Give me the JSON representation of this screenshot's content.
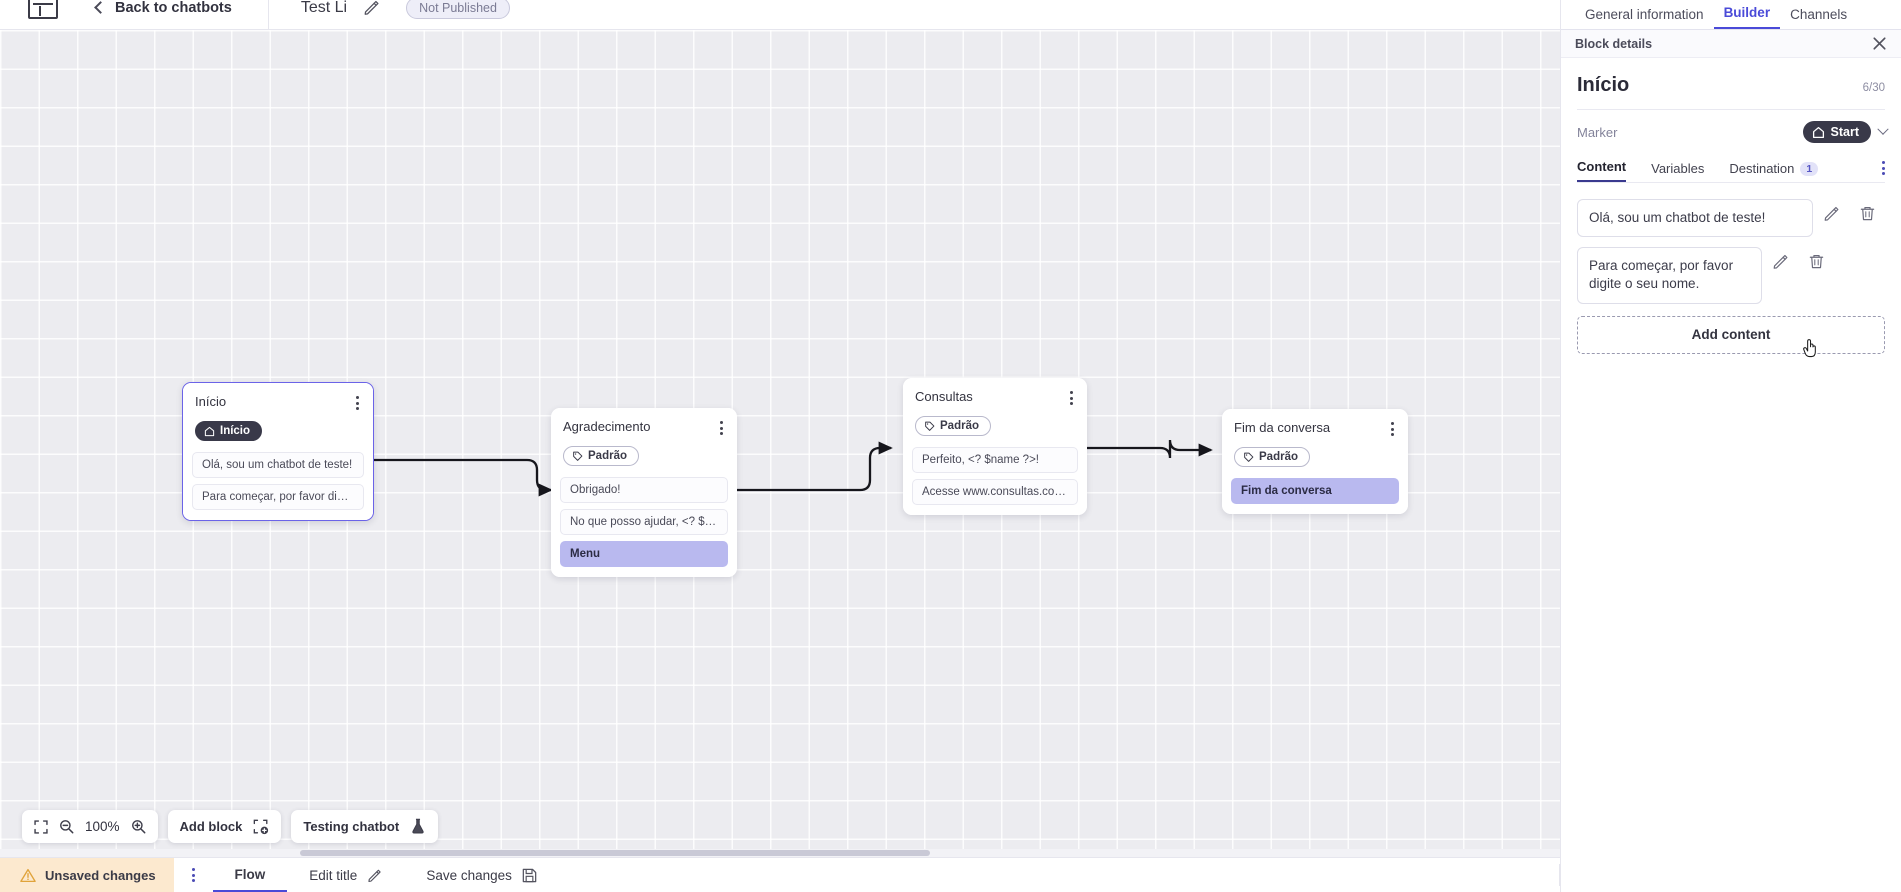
{
  "topbar": {
    "logo_icon": "app-logo-icon",
    "back_label": "Back to chatbots",
    "back_icon": "chevron-left-icon",
    "bot_title": "Test Li",
    "edit_icon": "pencil-icon",
    "publish_status": "Not Published"
  },
  "right_panel": {
    "tabs": [
      {
        "label": "General information",
        "active": false
      },
      {
        "label": "Builder",
        "active": true
      },
      {
        "label": "Channels",
        "active": false
      }
    ],
    "block_details_title": "Block details",
    "close_icon": "close-icon",
    "block_title": "Início",
    "block_count": "6/30",
    "marker_label": "Marker",
    "marker_value": "Start",
    "marker_icon": "home-icon",
    "marker_chevron": "chevron-down-icon",
    "content_tabs": [
      {
        "label": "Content",
        "badge": "",
        "active": true
      },
      {
        "label": "Variables",
        "badge": "",
        "active": false
      },
      {
        "label": "Destination",
        "badge": "1",
        "active": false
      }
    ],
    "more_icon": "kebab-menu-icon",
    "content_items": [
      {
        "text": "Olá, sou um chatbot de teste!",
        "edit_icon": "pencil-icon",
        "delete_icon": "trash-icon"
      },
      {
        "text": "Para começar, por favor digite o seu nome.",
        "edit_icon": "pencil-icon",
        "delete_icon": "trash-icon"
      }
    ],
    "add_content_label": "Add content"
  },
  "canvas": {
    "nodes": [
      {
        "title": "Início",
        "tag": "Início",
        "tag_style": "dark",
        "tag_icon": "home-icon",
        "selected": true,
        "menu_icon": "kebab-menu-icon",
        "rows": [
          {
            "text": "Olá, sou um chatbot de teste!",
            "style": "plain"
          },
          {
            "text": "Para começar, por favor digite o ...",
            "style": "plain"
          }
        ]
      },
      {
        "title": "Agradecimento",
        "tag": "Padrão",
        "tag_style": "outline",
        "tag_icon": "tag-icon",
        "selected": false,
        "menu_icon": "kebab-menu-icon",
        "rows": [
          {
            "text": "Obrigado!",
            "style": "plain"
          },
          {
            "text": "No que posso ajudar, <? $name ...",
            "style": "plain"
          },
          {
            "text": "Menu",
            "style": "highlight"
          }
        ]
      },
      {
        "title": "Consultas",
        "tag": "Padrão",
        "tag_style": "outline",
        "tag_icon": "tag-icon",
        "selected": false,
        "menu_icon": "kebab-menu-icon",
        "rows": [
          {
            "text": "Perfeito, <? $name ?>!",
            "style": "plain"
          },
          {
            "text": "Acesse www.consultas.com par...",
            "style": "plain"
          }
        ]
      },
      {
        "title": "Fim da conversa",
        "tag": "Padrão",
        "tag_style": "outline",
        "tag_icon": "tag-icon",
        "selected": false,
        "menu_icon": "kebab-menu-icon",
        "rows": [
          {
            "text": "Fim da conversa",
            "style": "highlight"
          }
        ]
      }
    ],
    "toolbar": {
      "fit_icon": "fit-screen-icon",
      "zoom_out_icon": "zoom-out-icon",
      "zoom_level": "100%",
      "zoom_in_icon": "zoom-in-icon",
      "add_block_label": "Add block",
      "add_block_icon": "add-block-icon",
      "testing_label": "Testing chatbot",
      "testing_icon": "flask-icon"
    }
  },
  "bottombar": {
    "unsaved_label": "Unsaved changes",
    "warning_icon": "warning-icon",
    "kebab_icon": "kebab-menu-icon",
    "flow_label": "Flow",
    "edit_title_label": "Edit title",
    "edit_title_icon": "pencil-icon",
    "save_label": "Save changes",
    "save_icon": "save-disk-icon"
  },
  "colors": {
    "accent_blue": "#4a4ad8",
    "accent_dark": "#393949",
    "highlight_row": "#b9b9ef",
    "unsaved_bg": "#fce9cf",
    "canvas_bg": "#ececf0"
  }
}
